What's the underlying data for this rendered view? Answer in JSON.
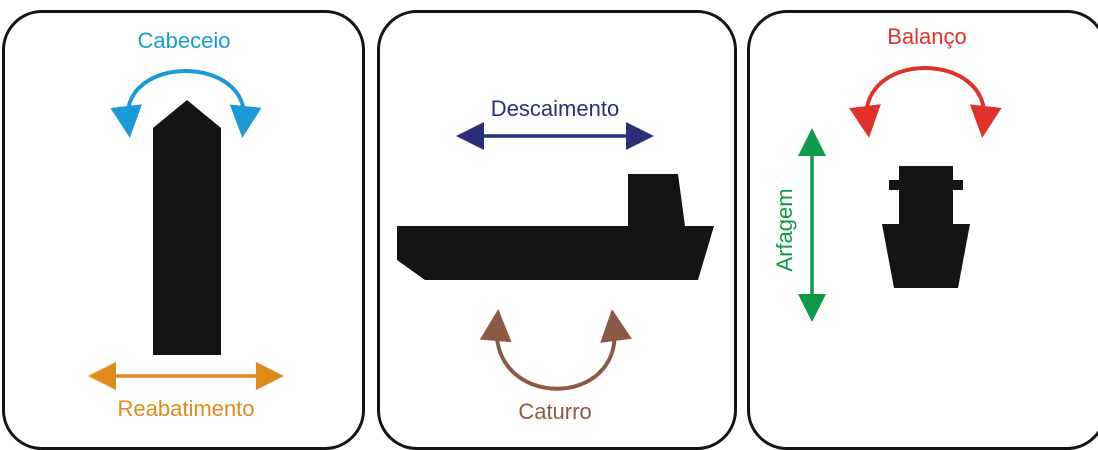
{
  "panels": [
    {
      "label": "Cabeceio",
      "color": "#1a9bd7"
    },
    {
      "label": "Reabatimento",
      "color": "#e08a1c"
    },
    {
      "label": "Descaimento",
      "color": "#2a2f7a"
    },
    {
      "label": "Caturro",
      "color": "#8a5a44"
    },
    {
      "label": "Balanço",
      "color": "#e0312b"
    },
    {
      "label": "Arfagem",
      "color": "#0f9a4a"
    }
  ],
  "hull_color": "#141414"
}
